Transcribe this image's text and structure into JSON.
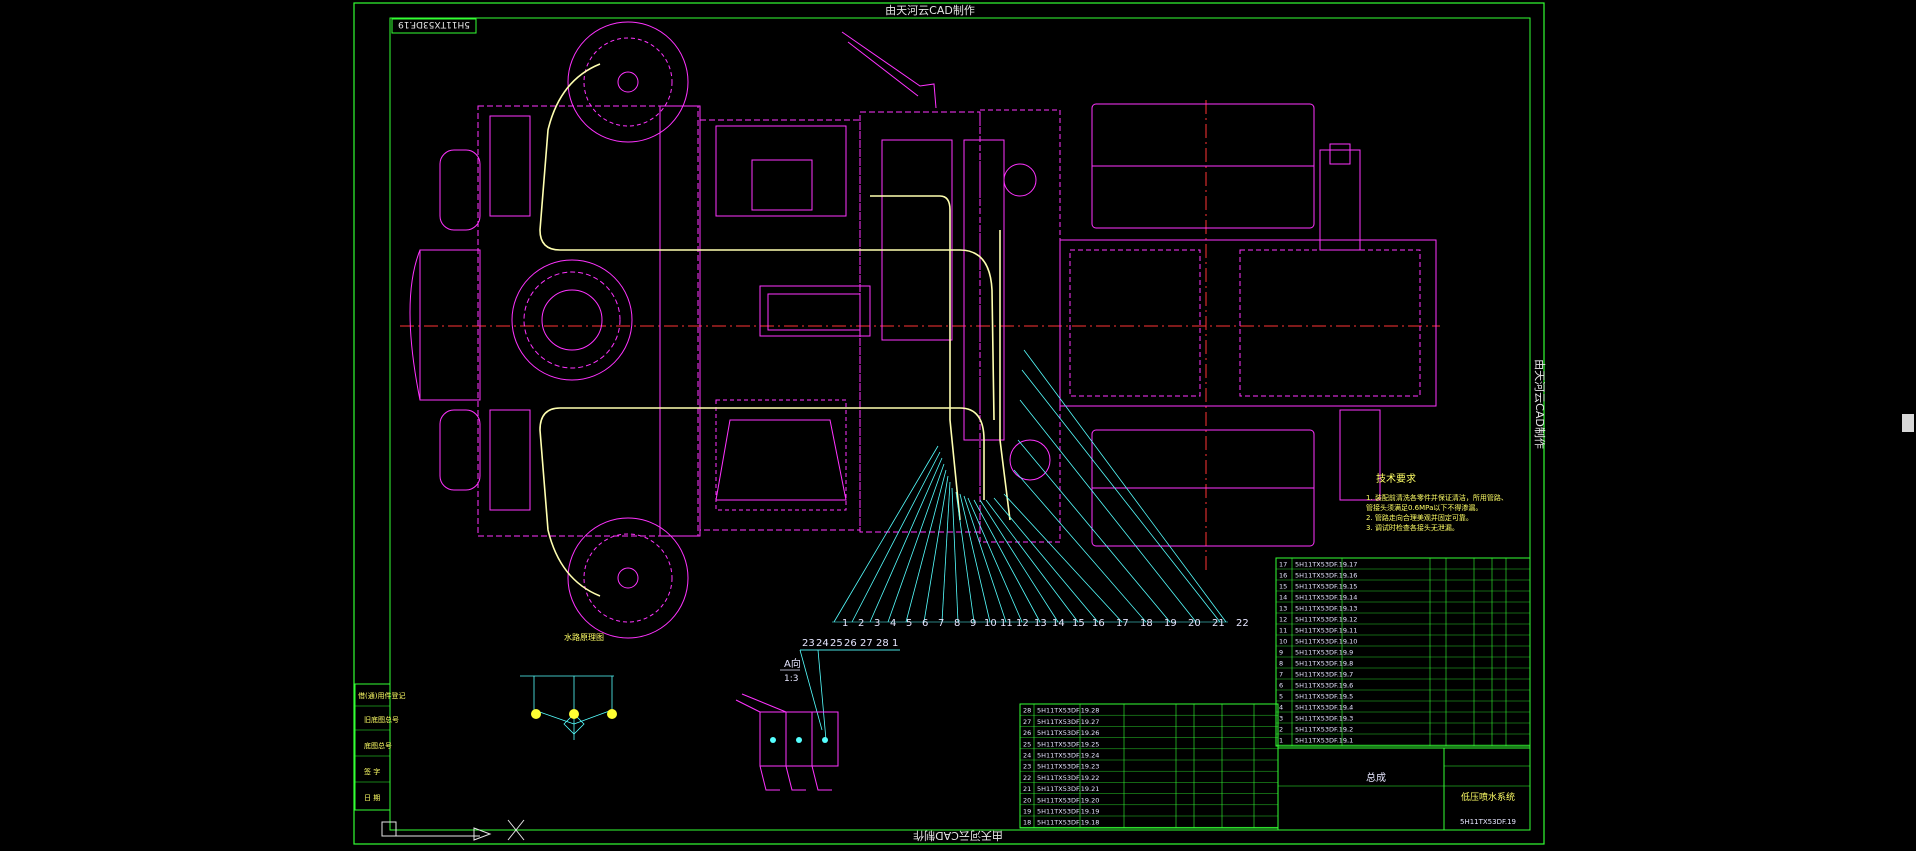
{
  "watermark_top": "由天河云CAD制作",
  "watermark_bottom": "由天河云CAD制作",
  "watermark_right": "由天河云CAD制作",
  "drawing_code_box": "5H11TX53DF.19",
  "tech_req": {
    "title": "技术要求",
    "lines": [
      "1. 装配前清洗各零件并保证清洁，所用管路、",
      "   管接头须满足0.6MPa以下不得渗漏。",
      "2. 管路走向合理美观并固定可靠。",
      "3. 调试时检查各接头无泄漏。"
    ]
  },
  "balloon_numbers": [
    "1",
    "2",
    "3",
    "4",
    "5",
    "6",
    "7",
    "8",
    "9",
    "10",
    "11",
    "12",
    "13",
    "14",
    "15",
    "16",
    "17",
    "18",
    "19",
    "20",
    "21",
    "22"
  ],
  "balloon_numbers_2": [
    "23",
    "24",
    "25",
    "26",
    "27",
    "28",
    "1"
  ],
  "view_label": {
    "top": "A向",
    "bottom": "1:3"
  },
  "schematic_label": "水路原理图",
  "title_block": {
    "assembly": "总成",
    "name": "低压喷水系统",
    "code": "5H11TX53DF.19"
  },
  "left_strip": [
    "借(通)用件登记",
    "旧底图总号",
    "底图总号",
    "签 字",
    "日 期"
  ],
  "bom_upper": [
    [
      "17",
      "5H11TX53DF.19.17",
      "..."
    ],
    [
      "16",
      "5H11TX53DF.19.16",
      "..."
    ],
    [
      "15",
      "5H11TX53DF.19.15",
      "..."
    ],
    [
      "14",
      "5H11TX53DF.19.14",
      "..."
    ],
    [
      "13",
      "5H11TX53DF.19.13",
      "..."
    ],
    [
      "12",
      "5H11TX53DF.19.12",
      "..."
    ],
    [
      "11",
      "5H11TX53DF.19.11",
      "..."
    ],
    [
      "10",
      "5H11TX53DF.19.10",
      "..."
    ],
    [
      "9",
      "5H11TX53DF.19.9",
      "..."
    ],
    [
      "8",
      "5H11TX53DF.19.8",
      "..."
    ],
    [
      "7",
      "5H11TX53DF.19.7",
      "..."
    ],
    [
      "6",
      "5H11TX53DF.19.6",
      "..."
    ],
    [
      "5",
      "5H11TX53DF.19.5",
      "..."
    ],
    [
      "4",
      "5H11TX53DF.19.4",
      "..."
    ],
    [
      "3",
      "5H11TX53DF.19.3",
      "..."
    ],
    [
      "2",
      "5H11TX53DF.19.2",
      "..."
    ],
    [
      "1",
      "5H11TX53DF.19.1",
      "..."
    ]
  ],
  "bom_lower": [
    [
      "28",
      "5H11TX53DF.19.28"
    ],
    [
      "27",
      "5H11TX53DF.19.27"
    ],
    [
      "26",
      "5H11TX53DF.19.26"
    ],
    [
      "25",
      "5H11TX53DF.19.25"
    ],
    [
      "24",
      "5H11TX53DF.19.24"
    ],
    [
      "23",
      "5H11TX53DF.19.23"
    ],
    [
      "22",
      "5H11TX53DF.19.22"
    ],
    [
      "21",
      "5H11TX53DF.19.21"
    ],
    [
      "20",
      "5H11TX53DF.19.20"
    ],
    [
      "19",
      "5H11TX53DF.19.19"
    ],
    [
      "18",
      "5H11TX53DF.19.18"
    ]
  ],
  "colors": {
    "frame": "#33ff33",
    "magenta": "#ff33ff",
    "pipe": "#ffffb0",
    "cyan": "#55ffff",
    "center": "#ff3333",
    "text": "#e6e6ff"
  }
}
